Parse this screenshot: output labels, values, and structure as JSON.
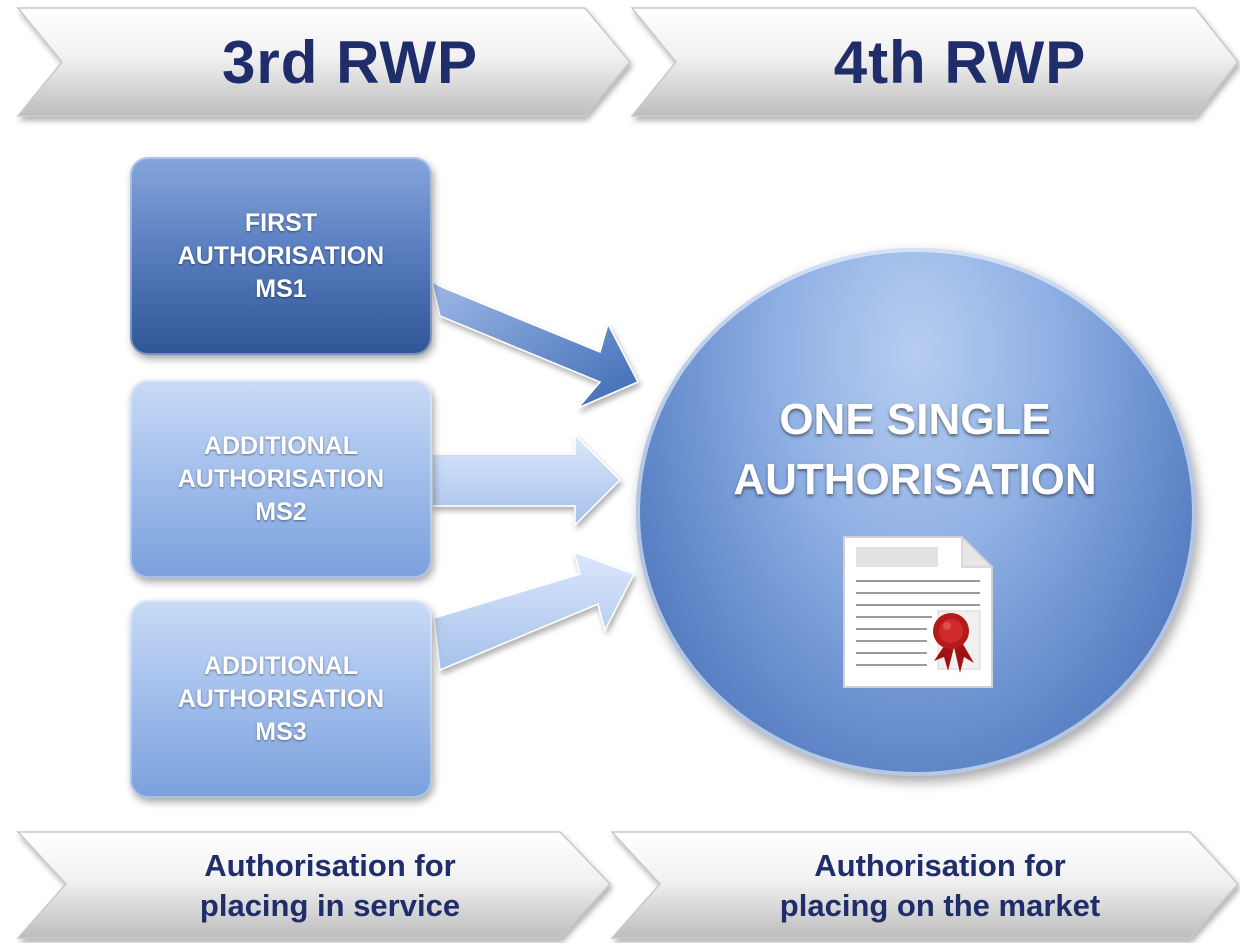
{
  "header": {
    "left_title": "3rd RWP",
    "right_title": "4th RWP"
  },
  "left_boxes": [
    {
      "lines": [
        "FIRST",
        "AUTHORISATION",
        "MS1"
      ]
    },
    {
      "lines": [
        "ADDITIONAL",
        "AUTHORISATION",
        "MS2"
      ]
    },
    {
      "lines": [
        "ADDITIONAL",
        "AUTHORISATION",
        "MS3"
      ]
    }
  ],
  "circle": {
    "lines": [
      "ONE SINGLE",
      "AUTHORISATION"
    ],
    "icon": "certificate-icon"
  },
  "footer": {
    "left_lines": [
      "Authorisation for",
      "placing in service"
    ],
    "right_lines": [
      "Authorisation for",
      "placing on the market"
    ]
  },
  "colors": {
    "title_text": "#1f2d6b",
    "box_dark": "#2f5597",
    "box_light": "#a8c3ee",
    "circle": "#5f86c8",
    "seal": "#b01818"
  }
}
